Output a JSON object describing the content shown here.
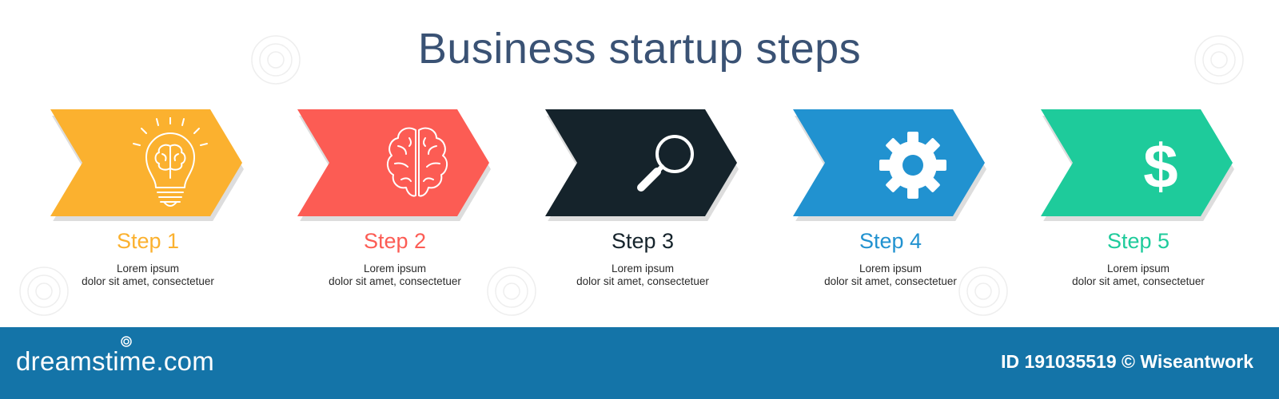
{
  "title": "Business startup steps",
  "steps": [
    {
      "label": "Step 1",
      "line1": "Lorem ipsum",
      "line2": "dolor sit amet, consectetuer",
      "color": "#fbb12f",
      "icon": "lightbulb-brain-icon"
    },
    {
      "label": "Step 2",
      "line1": "Lorem ipsum",
      "line2": "dolor sit amet, consectetuer",
      "color": "#fc5c54",
      "icon": "brain-icon"
    },
    {
      "label": "Step 3",
      "line1": "Lorem ipsum",
      "line2": "dolor sit amet, consectetuer",
      "color": "#15232b",
      "icon": "magnifier-icon"
    },
    {
      "label": "Step 4",
      "line1": "Lorem ipsum",
      "line2": "dolor sit amet, consectetuer",
      "color": "#2192d0",
      "icon": "gear-icon"
    },
    {
      "label": "Step 5",
      "line1": "Lorem ipsum",
      "line2": "dolor sit amet, consectetuer",
      "color": "#1ecb9b",
      "icon": "dollar-icon"
    }
  ],
  "footer": {
    "brand": "dreamstime.com",
    "credit": "ID 191035519 © Wiseantwork",
    "color": "#1474a8"
  }
}
